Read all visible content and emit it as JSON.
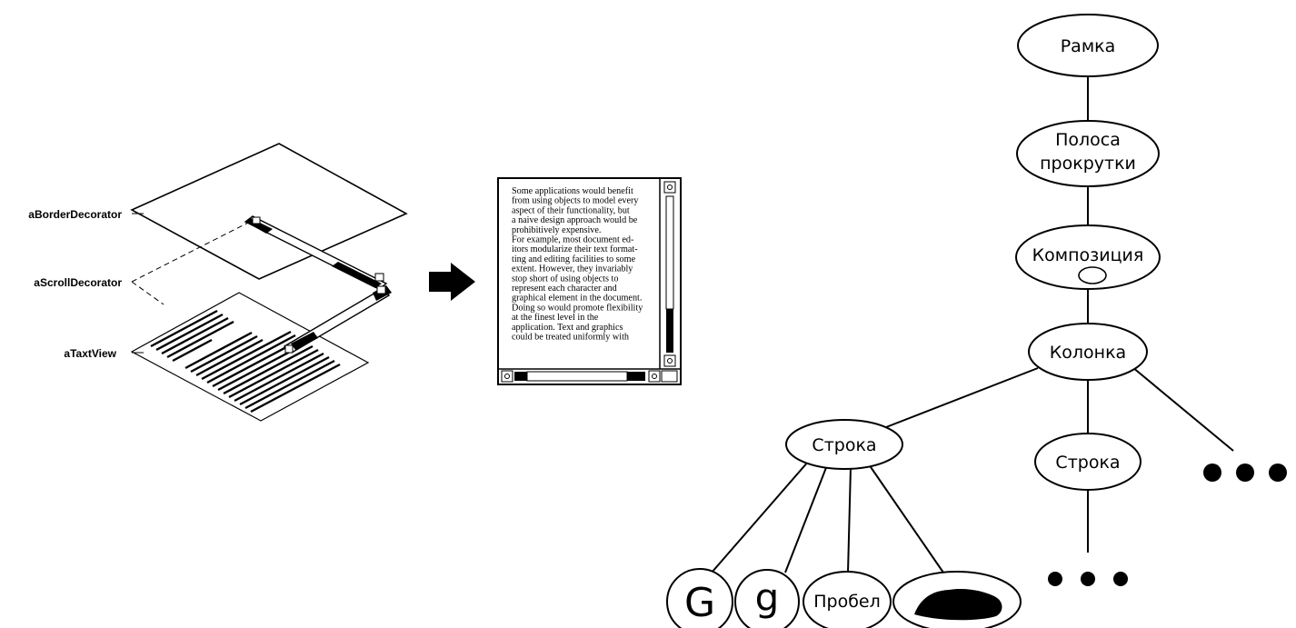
{
  "decorator_labels": {
    "border": "aBorderDecorator",
    "scroll": "aScrollDecorator",
    "text": "aTaxtView"
  },
  "document_text": {
    "lines": [
      "Some applications would benefit",
      "from using objects to model every",
      "aspect of their functionality, but",
      "a naive design approach would be",
      "prohibitively expensive.",
      "",
      "For example, most document ed-",
      "itors modularize their text format-",
      "ting and editing facilities to some",
      "extent. However, they invariably",
      "stop short of using objects to",
      "represent each character and",
      "graphical element in the document.",
      "Doing so would promote flexibility",
      "at the finest level in the",
      "application.  Text and graphics",
      "could be treated uniformly with"
    ]
  },
  "tree": {
    "frame": "Рамка",
    "scrollbar_line1": "Полоса",
    "scrollbar_line2": "прокрутки",
    "composition": "Композиция",
    "column": "Колонка",
    "row_left": "Строка",
    "row_right": "Строка",
    "glyph_big_g": "G",
    "glyph_small_g": "g",
    "space": "Пробел"
  }
}
